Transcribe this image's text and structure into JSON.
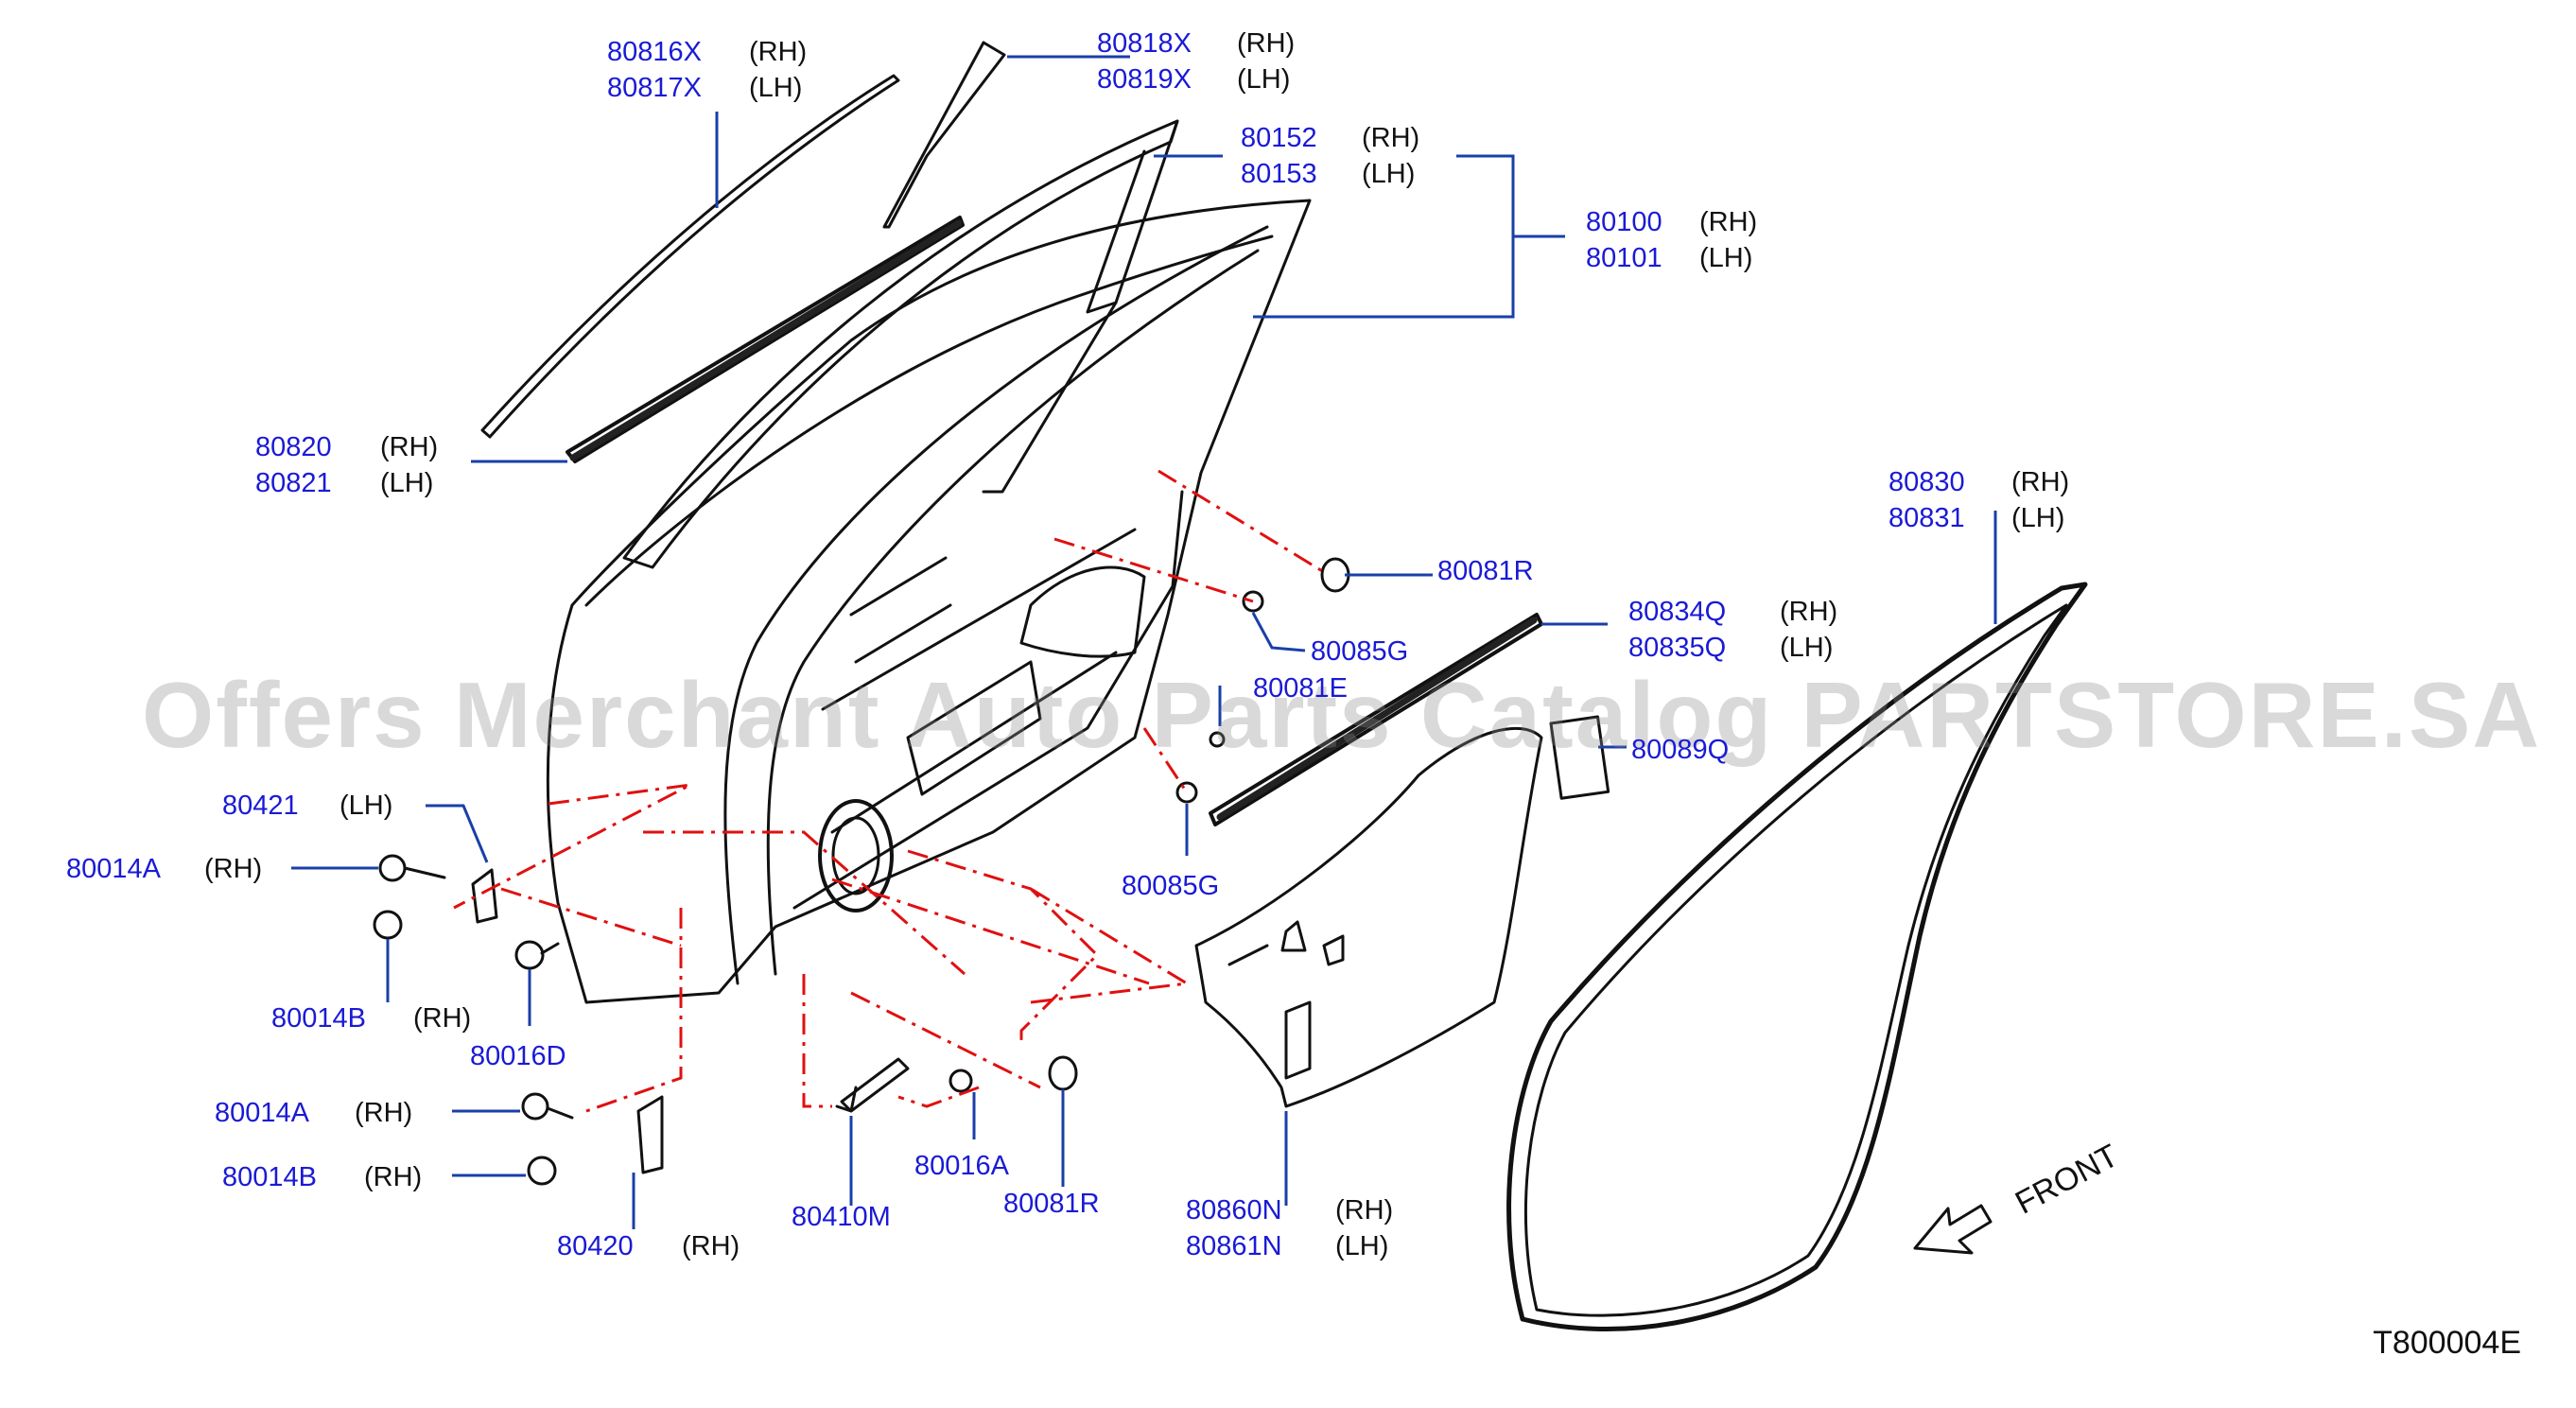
{
  "watermark": "Offers Merchant Auto Parts Catalog PARTSTORE.SA",
  "diagram_code": "T800004E",
  "direction_label": "FRONT",
  "colors": {
    "part_number": "#1a1ad6",
    "leader": "#1a3fa8",
    "dash": "#e01010",
    "outline": "#111111"
  },
  "callouts": [
    {
      "pn": "80816X",
      "side": "(RH)"
    },
    {
      "pn": "80817X",
      "side": "(LH)"
    },
    {
      "pn": "80818X",
      "side": "(RH)"
    },
    {
      "pn": "80819X",
      "side": "(LH)"
    },
    {
      "pn": "80152",
      "side": "(RH)"
    },
    {
      "pn": "80153",
      "side": "(LH)"
    },
    {
      "pn": "80100",
      "side": "(RH)"
    },
    {
      "pn": "80101",
      "side": "(LH)"
    },
    {
      "pn": "80820",
      "side": "(RH)"
    },
    {
      "pn": "80821",
      "side": "(LH)"
    },
    {
      "pn": "80081R",
      "side": ""
    },
    {
      "pn": "80830",
      "side": "(RH)"
    },
    {
      "pn": "80831",
      "side": "(LH)"
    },
    {
      "pn": "80834Q",
      "side": "(RH)"
    },
    {
      "pn": "80835Q",
      "side": "(LH)"
    },
    {
      "pn": "80085G",
      "side": ""
    },
    {
      "pn": "80081E",
      "side": ""
    },
    {
      "pn": "80089Q",
      "side": ""
    },
    {
      "pn": "80421",
      "side": "(LH)"
    },
    {
      "pn": "80014A",
      "side": "(RH)"
    },
    {
      "pn": "80085G",
      "side": ""
    },
    {
      "pn": "80014B",
      "side": "(RH)"
    },
    {
      "pn": "80016D",
      "side": ""
    },
    {
      "pn": "80014A",
      "side": "(RH)"
    },
    {
      "pn": "80014B",
      "side": "(RH)"
    },
    {
      "pn": "80016A",
      "side": ""
    },
    {
      "pn": "80081R",
      "side": ""
    },
    {
      "pn": "80410M",
      "side": ""
    },
    {
      "pn": "80860N",
      "side": "(RH)"
    },
    {
      "pn": "80861N",
      "side": "(LH)"
    },
    {
      "pn": "80420",
      "side": "(RH)"
    }
  ]
}
